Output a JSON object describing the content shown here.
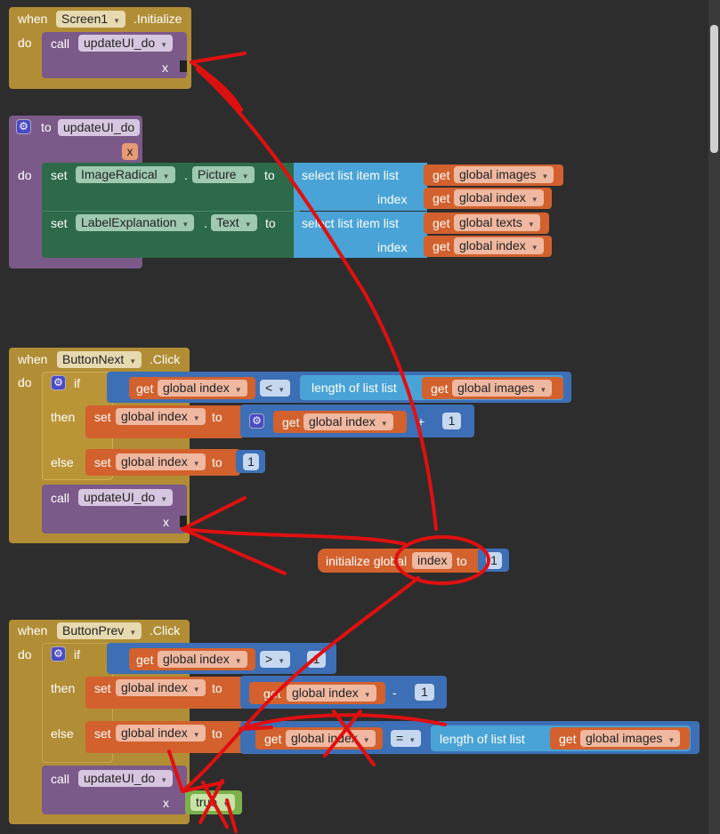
{
  "screen_init": {
    "when": "when",
    "component": "Screen1",
    "event": ".Initialize",
    "do": "do",
    "call": "call",
    "proc": "updateUI_do",
    "arg": "x"
  },
  "proc_def": {
    "to": "to",
    "name": "updateUI_do",
    "param": "x",
    "do": "do",
    "set1": {
      "set": "set",
      "component": "ImageRadical",
      "prop": "Picture",
      "to": "to",
      "select": "select list item  list",
      "index": "index",
      "list_get": "get",
      "list_var": "global images",
      "idx_get": "get",
      "idx_var": "global index"
    },
    "set2": {
      "set": "set",
      "component": "LabelExplanation",
      "prop": "Text",
      "to": "to",
      "select": "select list item  list",
      "index": "index",
      "list_get": "get",
      "list_var": "global texts",
      "idx_get": "get",
      "idx_var": "global index"
    }
  },
  "next_click": {
    "when": "when",
    "component": "ButtonNext",
    "event": ".Click",
    "do": "do",
    "if": "if",
    "then": "then",
    "else": "else",
    "cond_get": "get",
    "cond_var": "global index",
    "op": "<",
    "length": "length of list  list",
    "len_get": "get",
    "len_var": "global images",
    "then_set": "set",
    "then_var": "global index",
    "then_to": "to",
    "add_get": "get",
    "add_var": "global index",
    "add_op": "+",
    "add_num": "1",
    "else_set": "set",
    "else_var": "global index",
    "else_to": "to",
    "else_num": "1",
    "call": "call",
    "proc": "updateUI_do",
    "arg": "x"
  },
  "init_global": {
    "label": "initialize global",
    "name": "index",
    "to": "to",
    "value": "1"
  },
  "prev_click": {
    "when": "when",
    "component": "ButtonPrev",
    "event": ".Click",
    "do": "do",
    "if": "if",
    "then": "then",
    "else": "else",
    "cond_get": "get",
    "cond_var": "global index",
    "op": ">",
    "cond_num": "1",
    "then_set": "set",
    "then_var": "global index",
    "then_to": "to",
    "sub_get": "get",
    "sub_var": "global index",
    "sub_op": "-",
    "sub_num": "1",
    "else_set": "set",
    "else_var": "global index",
    "else_to": "to",
    "eq_get": "get",
    "eq_var": "global index",
    "eq_op": "=",
    "length": "length of list  list",
    "len_get": "get",
    "len_var": "global images",
    "call": "call",
    "proc": "updateUI_do",
    "arg": "x",
    "arg_value": "true"
  },
  "colors": {
    "event": "#b18e35",
    "procedure": "#7b5a8a",
    "component_set": "#2d6a49",
    "list": "#4aa3d6",
    "math": "#3d6fb6",
    "variable": "#d2612d",
    "annotation": "#e01010"
  }
}
